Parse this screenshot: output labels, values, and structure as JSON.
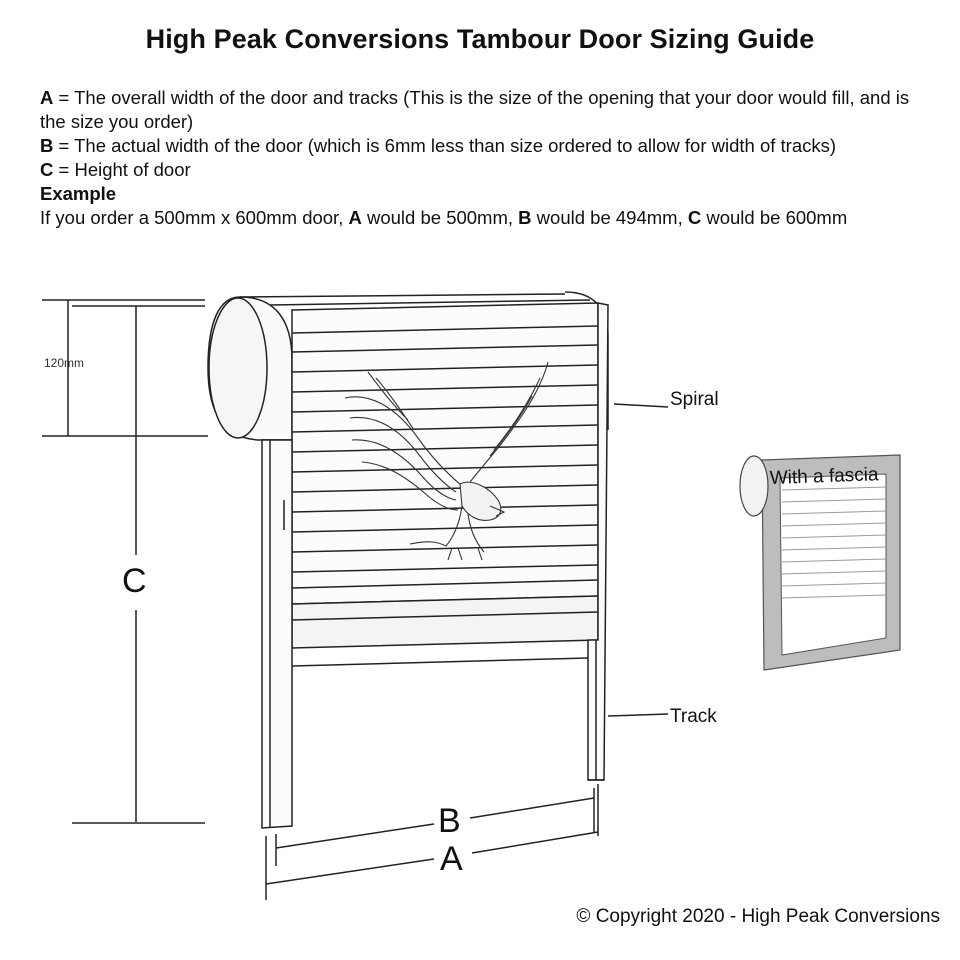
{
  "title": "High Peak Conversions Tambour Door Sizing Guide",
  "legend": {
    "a_letter": "A",
    "a_text": " = The overall width of the door and tracks (This is the size of the opening that your door would fill, and is the size you order)",
    "b_letter": "B",
    "b_text": " = The actual width of the door (which is 6mm less than size ordered to allow for width of tracks)",
    "c_letter": "C",
    "c_text": " = Height of door",
    "example_heading": "Example",
    "example_part1": "If you order a 500mm x 600mm door, ",
    "example_a": "A",
    "example_part2": " would be 500mm, ",
    "example_b": "B",
    "example_part3": " would be 494mm,  ",
    "example_c": "C",
    "example_part4": " would be 600mm"
  },
  "diagram": {
    "dim_120": "120mm",
    "dim_c": "C",
    "dim_b": "B",
    "dim_a": "A",
    "callout_spiral": "Spiral",
    "callout_track": "Track",
    "fascia_label": "With a fascia"
  },
  "footer": "© Copyright 2020 - High Peak Conversions",
  "colors": {
    "line": "#222222",
    "fascia_frame": "#bbbbbb",
    "text": "#111111"
  }
}
